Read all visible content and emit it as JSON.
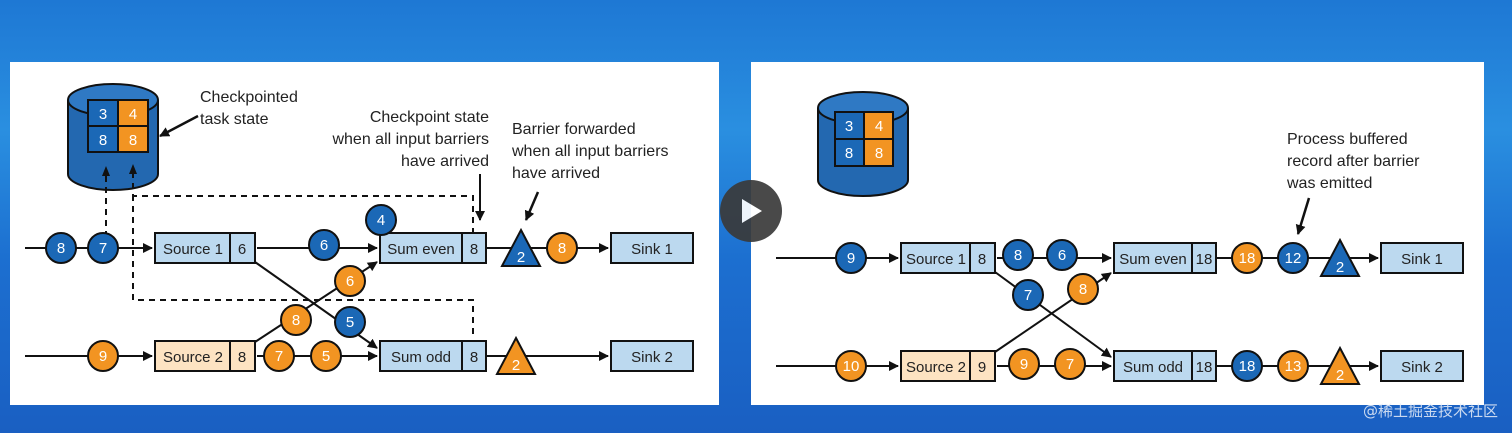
{
  "left": {
    "state": {
      "cells": [
        "3",
        "4",
        "8",
        "8"
      ]
    },
    "annotations": {
      "checkpointed": [
        "Checkpointed",
        "task state"
      ],
      "checkpoint_state": [
        "Checkpoint state",
        "when all input barriers",
        "have arrived"
      ],
      "barrier_forwarded": [
        "Barrier forwarded",
        "when all input barriers",
        "have arrived"
      ]
    },
    "nodes": {
      "source1": {
        "label": "Source 1",
        "value": "6"
      },
      "source2": {
        "label": "Source 2",
        "value": "8"
      },
      "sum_even": {
        "label": "Sum even",
        "value": "8"
      },
      "sum_odd": {
        "label": "Sum odd",
        "value": "8"
      },
      "sink1": {
        "label": "Sink 1"
      },
      "sink2": {
        "label": "Sink 2"
      }
    },
    "records": {
      "in1_a": "8",
      "in1_b": "7",
      "mid_6": "6",
      "mid_4": "4",
      "cross_6": "6",
      "cross_8": "8",
      "cross_5": "5",
      "in2_9": "9",
      "out2_7": "7",
      "out2_5": "5",
      "barrier_top": "2",
      "out_top_8": "8",
      "barrier_bot": "2"
    }
  },
  "right": {
    "state": {
      "cells": [
        "3",
        "4",
        "8",
        "8"
      ]
    },
    "annotations": {
      "process_buffered": [
        "Process buffered",
        "record after barrier",
        "was emitted"
      ]
    },
    "nodes": {
      "source1": {
        "label": "Source 1",
        "value": "8"
      },
      "source2": {
        "label": "Source 2",
        "value": "9"
      },
      "sum_even": {
        "label": "Sum even",
        "value": "18"
      },
      "sum_odd": {
        "label": "Sum odd",
        "value": "18"
      },
      "sink1": {
        "label": "Sink 1"
      },
      "sink2": {
        "label": "Sink 2"
      }
    },
    "records": {
      "in1_9": "9",
      "out1_8": "8",
      "out1_6": "6",
      "cross_7": "7",
      "cross_8": "8",
      "in2_10": "10",
      "out2_9": "9",
      "out2_7": "7",
      "even_18": "18",
      "even_12": "12",
      "barrier_top": "2",
      "odd_18": "18",
      "odd_13": "13",
      "barrier_bot": "2"
    }
  },
  "watermark": "@稀土掘金技术社区",
  "colors": {
    "blue": "#1b68b6",
    "orange": "#f29422",
    "box_blue": "#bcd9ef",
    "box_orange": "#fde3c2",
    "state_blue": "#2368b0"
  }
}
